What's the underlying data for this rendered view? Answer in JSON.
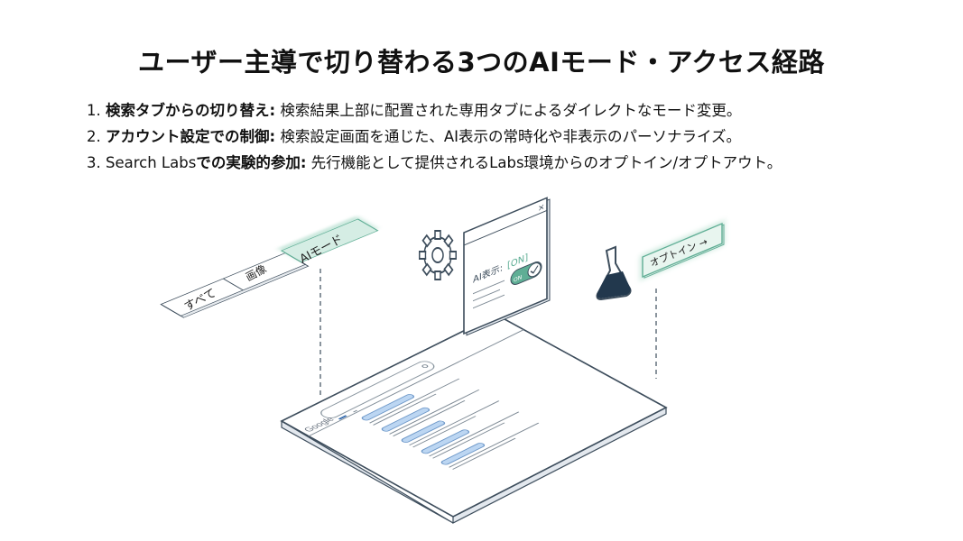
{
  "title": "ユーザー主導で切り替わる3つのAIモード・アクセス経路",
  "items": [
    {
      "num": "1.",
      "prefix": "",
      "bold": "検索タブからの切り替え:",
      "text": " 検索結果上部に配置された専用タブによるダイレクトなモード変更。"
    },
    {
      "num": "2.",
      "prefix": "",
      "bold": "アカウント設定での制御:",
      "text": " 検索設定画面を通じた、AI表示の常時化や非表示のパーソナライズ。"
    },
    {
      "num": "3.",
      "prefix": "Search Labs",
      "bold": "での実験的参加:",
      "text": " 先行機能として提供されるLabs環境からのオプトイン/オプトアウト。"
    }
  ],
  "illustration": {
    "tabs": [
      "すべて",
      "画像",
      "AIモード"
    ],
    "settings": {
      "label": "AI表示:",
      "state": "[ON]",
      "toggle": "ON",
      "close": "×"
    },
    "optin_label": "オプトイン →",
    "browser_logo": "Google"
  },
  "colors": {
    "accent": "#5fae95",
    "line": "#3d4d5c",
    "highlight": "#bcd6f2"
  }
}
